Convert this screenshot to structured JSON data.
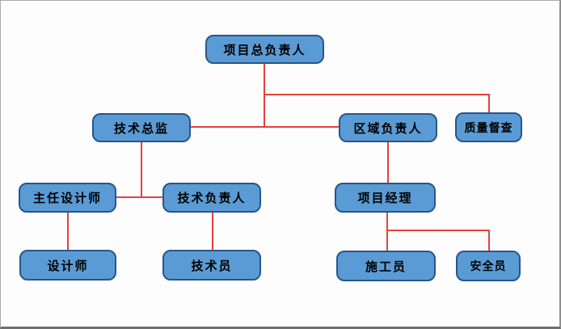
{
  "diagram": {
    "name": "project-organization-chart",
    "nodes": [
      {
        "id": "project-general-manager",
        "label": "项目总负责人",
        "level": 1
      },
      {
        "id": "technical-director",
        "label": "技术总监",
        "level": 2
      },
      {
        "id": "regional-manager",
        "label": "区域负责人",
        "level": 2
      },
      {
        "id": "quality-supervision",
        "label": "质量督查",
        "level": 2
      },
      {
        "id": "chief-designer",
        "label": "主任设计师",
        "level": 3
      },
      {
        "id": "technical-leader",
        "label": "技术负责人",
        "level": 3
      },
      {
        "id": "project-manager",
        "label": "项目经理",
        "level": 3
      },
      {
        "id": "designer",
        "label": "设计师",
        "level": 4
      },
      {
        "id": "technician",
        "label": "技术员",
        "level": 4
      },
      {
        "id": "construction-worker",
        "label": "施工员",
        "level": 4
      },
      {
        "id": "safety-officer",
        "label": "安全员",
        "level": 4
      }
    ],
    "edges": [
      "项目总负责人 → 技术总监",
      "项目总负责人 → 区域负责人",
      "项目总负责人 → 质量督查",
      "技术总监 → 主任设计师",
      "技术总监 → 技术负责人",
      "区域负责人 → 项目经理",
      "主任设计师 → 设计师",
      "技术负责人 → 技术员",
      "项目经理 → 施工员",
      "项目经理 → 安全员"
    ],
    "colors": {
      "node_fill": "#5b9bd5",
      "node_border": "#26568b",
      "node_text": "#000000",
      "connector": "#e8403c",
      "background": "#fdfdfd"
    }
  }
}
